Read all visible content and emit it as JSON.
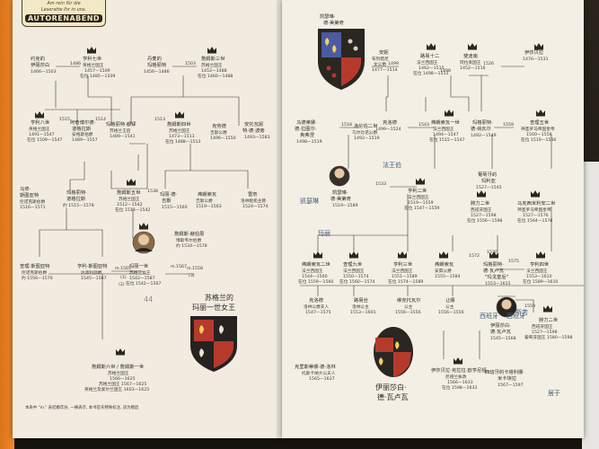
{
  "badge": {
    "subtitle_1": "Am rein für die",
    "subtitle_2": "Leseratte Ihr in uns.",
    "title": "AUTORENABEND"
  },
  "left_page": {
    "persons": [
      {
        "id": "yuekede",
        "name": [
          "约克的",
          "伊丽莎白"
        ],
        "years": "1466—1503"
      },
      {
        "id": "henry7",
        "name": [
          "亨利七世"
        ],
        "title": "英格兰国王",
        "years": "1457—1509",
        "reign": "在位 1485—1509"
      },
      {
        "id": "dane",
        "name": [
          "丹麦的",
          "玛格丽特"
        ],
        "years": "1456—1486"
      },
      {
        "id": "james3",
        "name": [
          "詹姆斯三世"
        ],
        "title": "苏格兰国王",
        "years": "1452—1488",
        "reign": "在位 1460—1488"
      },
      {
        "id": "henry8",
        "name": [
          "亨利八世"
        ],
        "title": "英格兰国王",
        "years": "1491—1547",
        "reign": "在位 1509—1547"
      },
      {
        "id": "archibald",
        "name": [
          "阿奇博尔德·",
          "道格拉斯"
        ],
        "title": "安格斯伯爵",
        "years": "1489—1557"
      },
      {
        "id": "margaret_t",
        "name": [
          "玛格丽特·都铎"
        ],
        "title": "苏格兰王后",
        "years": "1489—1541"
      },
      {
        "id": "james4",
        "name": [
          "詹姆斯四世"
        ],
        "title": "苏格兰国王",
        "years": "1473—1513",
        "reign": "在位 1488—1513"
      },
      {
        "id": "claude",
        "name": [
          "克劳德"
        ],
        "title": "吉斯公爵",
        "years": "1496—1550"
      },
      {
        "id": "antoinette",
        "name": [
          "安托瓦妮",
          "特·德·波旁"
        ],
        "years": "1493—1583"
      },
      {
        "id": "matthew",
        "name": [
          "马修·",
          "斯图亚特"
        ],
        "title": "伦诺克斯伯爵",
        "years": "1516—1571"
      },
      {
        "id": "margaret_d",
        "name": [
          "玛格丽特·",
          "道格拉斯"
        ],
        "years": "约 1515—1578"
      },
      {
        "id": "james5",
        "name": [
          "詹姆斯五世"
        ],
        "title": "苏格兰国王",
        "years": "1512—1542",
        "reign": "在位 1513—1542"
      },
      {
        "id": "mary_guise",
        "name": [
          "玛丽·德·",
          "吉斯"
        ],
        "years": "1515—1560"
      },
      {
        "id": "francis_g",
        "name": [
          "弗朗索瓦"
        ],
        "title": "吉斯公爵",
        "years": "1519—1563"
      },
      {
        "id": "renee",
        "name": [
          "雷奈"
        ],
        "title": "洛林枢机主教",
        "years": "1524—1574"
      },
      {
        "id": "james_h",
        "name": [
          "詹姆斯·赫伯恩"
        ],
        "title": "博斯韦尔伯爵",
        "years": "约 1534—1578"
      },
      {
        "id": "darnley",
        "name": [
          "查理·斯图亚特"
        ],
        "title": "伦诺克斯伯爵",
        "years": "约 1556—1576"
      },
      {
        "id": "henry_d",
        "name": [
          "亨利·斯图亚特"
        ],
        "title": "达恩利勋爵",
        "years": "1545—1567"
      },
      {
        "id": "mary_q",
        "name": [
          "玛丽一世"
        ],
        "title": "苏格兰女王",
        "years": "1542—1587",
        "reign": "在位 1542—1567"
      },
      {
        "id": "james6",
        "name": [
          "詹姆斯六世 / 詹姆斯一世"
        ],
        "title": "苏格兰国王",
        "years": "1566—1625",
        "reign": "苏格兰国王 1567—1625",
        "reign2": "英格兰及爱尔兰国王 1603—1625"
      }
    ],
    "marriages": [
      "1486",
      "1503",
      "1515",
      "1514",
      "1513",
      "1538",
      "m.1567",
      "m.1565",
      "m.1558",
      "(1)",
      "(2)",
      "(3)"
    ],
    "portrait_caption": [
      "苏格兰的",
      "玛丽一世女王"
    ],
    "footnote": "本表中 \"m.\" 表结婚年份, 一横表示, 本书首先特殊标注, 双为婚后"
  },
  "right_page": {
    "top_label": [
      "凯瑟琳·",
      "德·美第奇"
    ],
    "persons": [
      {
        "id": "anne_b",
        "name": [
          "安妮"
        ],
        "title": "布列塔尼",
        "subtitle": "女公爵",
        "years": "1477—1514"
      },
      {
        "id": "louis12",
        "name": [
          "路易十二"
        ],
        "title": "法兰西国王",
        "years": "1462—1515",
        "reign": "在位 1498—1515"
      },
      {
        "id": "claude_f",
        "name": [
          "克洛德"
        ],
        "years": "1499—1524"
      },
      {
        "id": "francis1",
        "name": [
          "弗朗索瓦一世"
        ],
        "title": "法兰西国王",
        "years": "1494—1547",
        "reign": "在位 1515—1547"
      },
      {
        "id": "marguerite",
        "name": [
          "玛格丽特·",
          "德·纳瓦尔"
        ],
        "years": "1492—1549"
      },
      {
        "id": "ferdinand",
        "name": [
          "斐迪南"
        ],
        "title": "阿拉贡国王",
        "years": "1452—1516"
      },
      {
        "id": "isabella",
        "name": [
          "伊莎贝拉"
        ],
        "years": "1476—1531"
      },
      {
        "id": "charles5",
        "name": [
          "查理五世"
        ],
        "title": "神圣罗马帝国皇帝",
        "years": "1500—1558",
        "reign": "在位 1519—1556"
      },
      {
        "id": "maria_c",
        "name": [
          "马德莱娜·",
          "德·拉图尔·",
          "奥弗涅"
        ],
        "years": "1498—1519"
      },
      {
        "id": "lorenzo",
        "name": [
          "洛伦佐二世"
        ],
        "title": "乌尔比诺公爵",
        "years": "1492—1519"
      },
      {
        "id": "catherine",
        "name": [
          "凯瑟琳·",
          "德·美第奇"
        ],
        "years": "1519—1589"
      },
      {
        "id": "henry2",
        "name": [
          "亨利二世"
        ],
        "title": "法兰西国王",
        "years": "1519—1559",
        "reign": "在位 1547—1559"
      },
      {
        "id": "maria_p",
        "name": [
          "葡萄牙的",
          "玛利亚"
        ],
        "years": "1527—1545"
      },
      {
        "id": "philip2",
        "name": [
          "腓力二世"
        ],
        "title": "西班牙国王",
        "years": "1527—1598",
        "reign": "在位 1556—1598"
      },
      {
        "id": "philip2b",
        "name": [
          "马克西米利安二世"
        ],
        "title": "神圣罗马帝国皇帝",
        "years": "1527—1576",
        "reign": "在位 1564—1576"
      },
      {
        "id": "francis2",
        "name": [
          "弗朗索瓦二世"
        ],
        "title": "法兰西国王",
        "years": "1544—1560",
        "reign": "在位 1559—1560"
      },
      {
        "id": "charles9",
        "name": [
          "查理九世"
        ],
        "title": "法兰西国王",
        "years": "1550—1574",
        "reign": "在位 1560—1574"
      },
      {
        "id": "henry3",
        "name": [
          "亨利三世"
        ],
        "title": "法兰西国王",
        "years": "1551—1589",
        "reign": "在位 1574—1589"
      },
      {
        "id": "francois_a",
        "name": [
          "弗朗索瓦"
        ],
        "title": "安茹公爵",
        "years": "1555—1584"
      },
      {
        "id": "marguerite_v",
        "name": [
          "玛格丽特·",
          "德·瓦卢瓦",
          "\"玛戈皇后\""
        ],
        "years": "1553—1615"
      },
      {
        "id": "henry4",
        "name": [
          "亨利四世"
        ],
        "title": "法兰西国王",
        "years": "1553—1610",
        "reign": "在位 1589—1610"
      },
      {
        "id": "claude_l",
        "name": [
          "克洛德"
        ],
        "title": "洛林公爵夫人",
        "years": "1547—1575"
      },
      {
        "id": "louise",
        "name": [
          "路易丝"
        ],
        "title": "洛林公主",
        "years": "1553—1601"
      },
      {
        "id": "victoire",
        "name": [
          "维克托瓦尔"
        ],
        "title": "公主",
        "years": "1556—1556"
      },
      {
        "id": "jeanne",
        "name": [
          "让娜"
        ],
        "title": "公主",
        "years": "1556—1556"
      },
      {
        "id": "elisabeth_v",
        "name": [
          "伊丽莎白·",
          "德·瓦卢瓦"
        ],
        "years": "1545—1568"
      },
      {
        "id": "sebastian",
        "name": [
          "塞巴斯蒂安"
        ],
        "title": "葡萄牙国王",
        "years": "1554—1578"
      },
      {
        "id": "philip3",
        "name": [
          "腓力二世"
        ],
        "title": "西班牙国王",
        "years": "1527—1598",
        "reign": "葡萄牙国王 1580—1598"
      },
      {
        "id": "christine",
        "name": [
          "克里斯蒂娜·德·洛林"
        ],
        "title": "托斯卡纳大公夫人",
        "years": "1565—1637"
      },
      {
        "id": "isabella_c",
        "name": [
          "伊莎贝拉·克拉拉·欧亨尼娅"
        ],
        "title": "尼德兰执政",
        "years": "1566—1633",
        "reign": "在位 1598—1633"
      },
      {
        "id": "catalina",
        "name": [
          "西班牙的卡塔利娜·",
          "米卡埃拉"
        ],
        "years": "1567—1597"
      }
    ],
    "marriages": [
      "1518",
      "1533",
      "1499",
      "1498",
      "1526",
      "1543",
      "1559",
      "m.1558",
      "1572",
      "1570",
      "1575",
      "1559"
    ],
    "portrait_caption": [
      "伊丽莎白·",
      "德·瓦卢瓦"
    ]
  },
  "handwriting": [
    "法王伯",
    "凯瑟琳",
    "玛丽",
    "西班牙",
    "所苦",
    "西班牙",
    "居于"
  ]
}
